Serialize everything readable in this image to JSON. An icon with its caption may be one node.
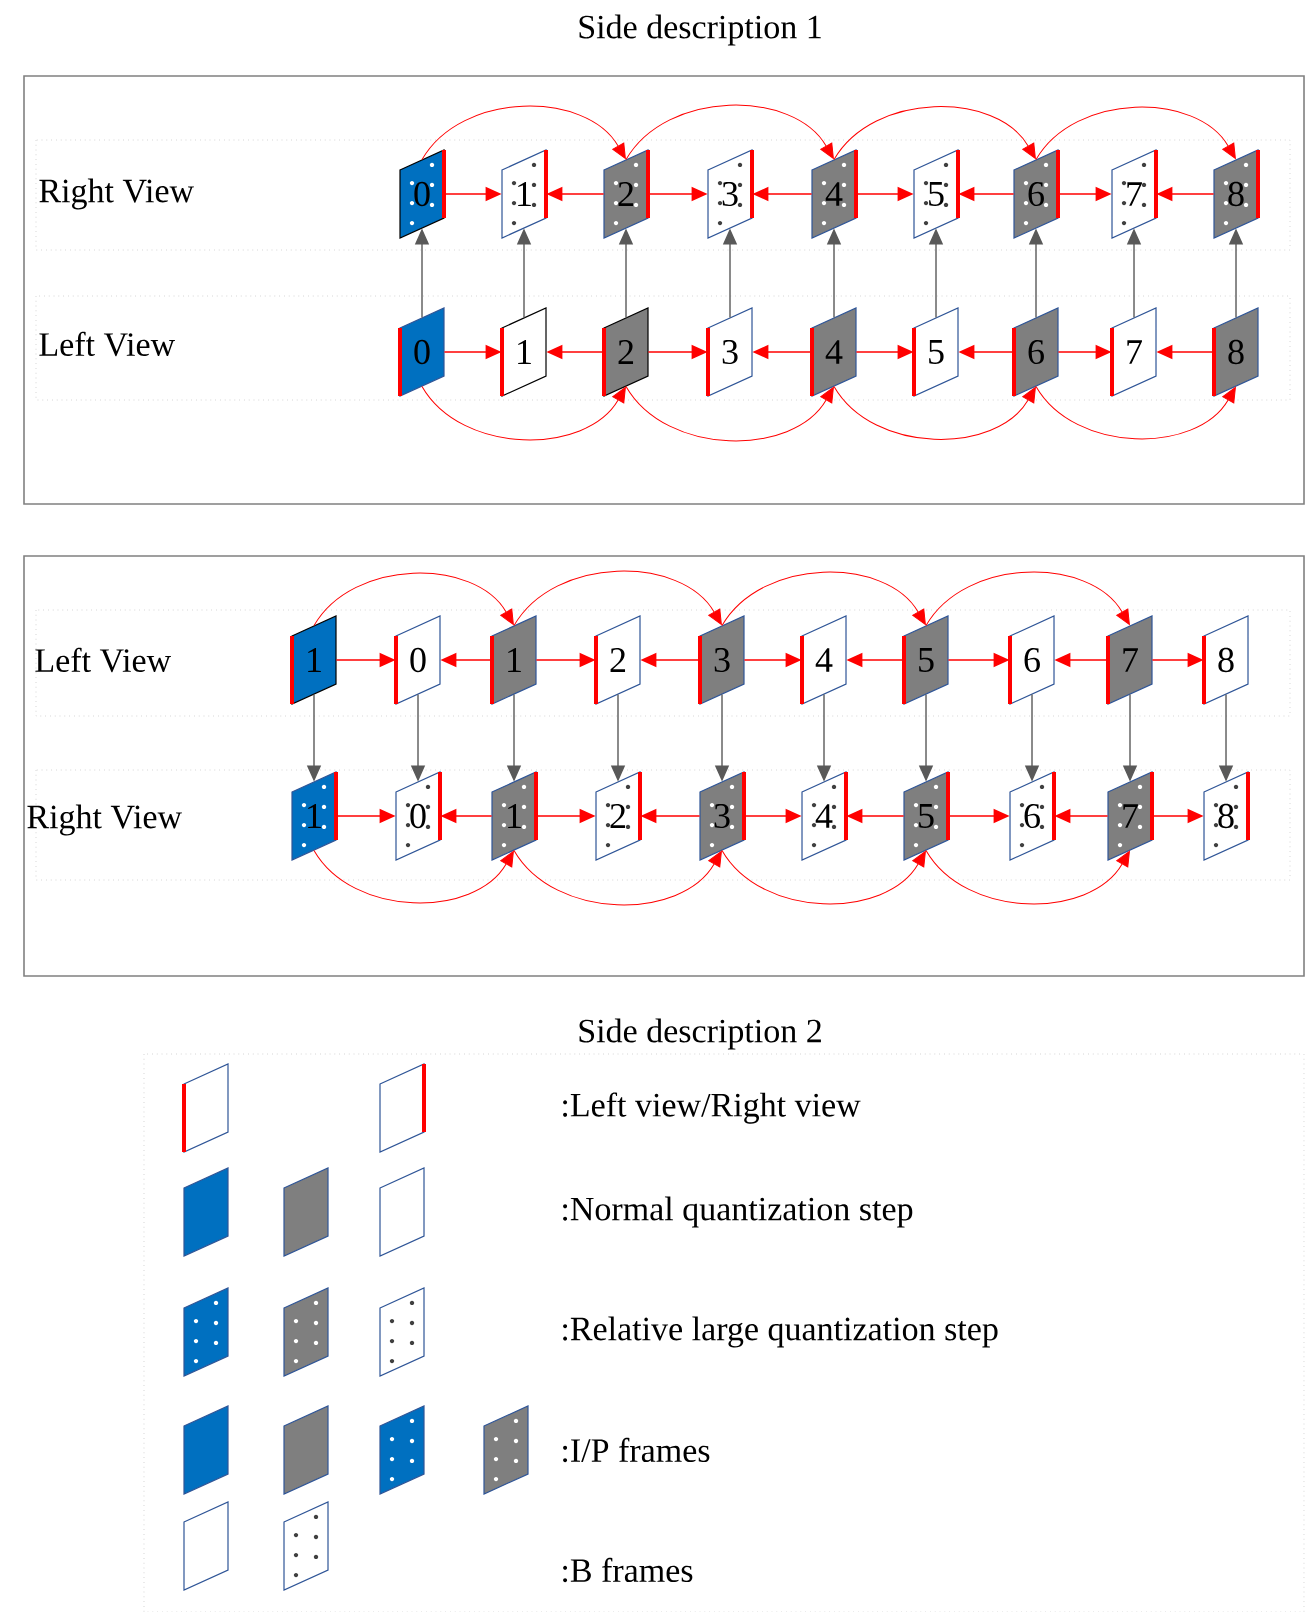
{
  "diagram": {
    "nodes": [
      {
        "text": [
          "0"
        ]
      },
      {
        "text": [
          "1"
        ]
      },
      {
        "text": [
          "2"
        ]
      },
      {
        "text": [
          "3"
        ]
      },
      {
        "text": [
          "4"
        ]
      },
      {
        "text": [
          "5"
        ]
      },
      {
        "text": [
          "6"
        ]
      },
      {
        "text": [
          "7"
        ]
      },
      {
        "text": [
          "8"
        ]
      },
      {
        "text": [
          "0"
        ]
      },
      {
        "text": [
          "1"
        ]
      },
      {
        "text": [
          "2"
        ]
      },
      {
        "text": [
          "3"
        ]
      },
      {
        "text": [
          "4"
        ]
      },
      {
        "text": [
          "5"
        ]
      },
      {
        "text": [
          "6"
        ]
      },
      {
        "text": [
          "7"
        ]
      },
      {
        "text": [
          "8"
        ]
      },
      {
        "text": [
          "1"
        ]
      },
      {
        "text": [
          "0"
        ]
      },
      {
        "text": [
          "1"
        ]
      },
      {
        "text": [
          "2"
        ]
      },
      {
        "text": [
          "3"
        ]
      },
      {
        "text": [
          "4"
        ]
      },
      {
        "text": [
          "5"
        ]
      },
      {
        "text": [
          "6"
        ]
      },
      {
        "text": [
          "7"
        ]
      },
      {
        "text": [
          "8"
        ]
      },
      {
        "text": [
          "1"
        ]
      },
      {
        "text": [
          "0"
        ]
      },
      {
        "text": [
          "1"
        ]
      },
      {
        "text": [
          "2"
        ]
      },
      {
        "text": [
          "3"
        ]
      },
      {
        "text": [
          "4"
        ]
      },
      {
        "text": [
          "5"
        ]
      },
      {
        "text": [
          "6"
        ]
      },
      {
        "text": [
          "7"
        ]
      },
      {
        "text": [
          "8"
        ]
      }
    ],
    "edges": [
      {
        "from": 0,
        "to": 1,
        "arrow": "to"
      },
      {
        "from": 2,
        "to": 1,
        "arrow": "to"
      },
      {
        "from": 2,
        "to": 3,
        "arrow": "to"
      },
      {
        "from": 4,
        "to": 3,
        "arrow": "to"
      },
      {
        "from": 4,
        "to": 5,
        "arrow": "to"
      },
      {
        "from": 6,
        "to": 5,
        "arrow": "to"
      },
      {
        "from": 6,
        "to": 7,
        "arrow": "to"
      },
      {
        "from": 8,
        "to": 7,
        "arrow": "to"
      },
      {
        "from": 0,
        "to": 2,
        "arrow": "to"
      },
      {
        "from": 2,
        "to": 4,
        "arrow": "to"
      },
      {
        "from": 4,
        "to": 6,
        "arrow": "to"
      },
      {
        "from": 6,
        "to": 8,
        "arrow": "to"
      },
      {
        "from": 9,
        "to": 10,
        "arrow": "to"
      },
      {
        "from": 11,
        "to": 10,
        "arrow": "to"
      },
      {
        "from": 11,
        "to": 12,
        "arrow": "to"
      },
      {
        "from": 13,
        "to": 12,
        "arrow": "to"
      },
      {
        "from": 13,
        "to": 14,
        "arrow": "to"
      },
      {
        "from": 15,
        "to": 14,
        "arrow": "to"
      },
      {
        "from": 15,
        "to": 16,
        "arrow": "to"
      },
      {
        "from": 17,
        "to": 16,
        "arrow": "to"
      },
      {
        "from": 9,
        "to": 11,
        "arrow": "to"
      },
      {
        "from": 11,
        "to": 13,
        "arrow": "to"
      },
      {
        "from": 13,
        "to": 15,
        "arrow": "to"
      },
      {
        "from": 15,
        "to": 17,
        "arrow": "to"
      },
      {
        "from": 9,
        "to": 0,
        "arrow": "to",
        "color": "#595959"
      },
      {
        "from": 10,
        "to": 1,
        "arrow": "to",
        "color": "#595959"
      },
      {
        "from": 11,
        "to": 2,
        "arrow": "to",
        "color": "#595959"
      },
      {
        "from": 12,
        "to": 3,
        "arrow": "to",
        "color": "#595959"
      },
      {
        "from": 13,
        "to": 4,
        "arrow": "to",
        "color": "#595959"
      },
      {
        "from": 14,
        "to": 5,
        "arrow": "to",
        "color": "#595959"
      },
      {
        "from": 15,
        "to": 6,
        "arrow": "to",
        "color": "#595959"
      },
      {
        "from": 16,
        "to": 7,
        "arrow": "to",
        "color": "#595959"
      },
      {
        "from": 17,
        "to": 8,
        "arrow": "to",
        "color": "#595959"
      },
      {
        "from": 18,
        "to": 19,
        "arrow": "to"
      },
      {
        "from": 20,
        "to": 19,
        "arrow": "to"
      },
      {
        "from": 20,
        "to": 21,
        "arrow": "to"
      },
      {
        "from": 22,
        "to": 21,
        "arrow": "to"
      },
      {
        "from": 22,
        "to": 23,
        "arrow": "to"
      },
      {
        "from": 24,
        "to": 23,
        "arrow": "to"
      },
      {
        "from": 24,
        "to": 25,
        "arrow": "to"
      },
      {
        "from": 26,
        "to": 25,
        "arrow": "to"
      },
      {
        "from": 26,
        "to": 27,
        "arrow": "to"
      },
      {
        "from": 18,
        "to": 20,
        "arrow": "to"
      },
      {
        "from": 20,
        "to": 22,
        "arrow": "to"
      },
      {
        "from": 22,
        "to": 24,
        "arrow": "to"
      },
      {
        "from": 24,
        "to": 26,
        "arrow": "to"
      },
      {
        "from": 28,
        "to": 29,
        "arrow": "to"
      },
      {
        "from": 30,
        "to": 29,
        "arrow": "to"
      },
      {
        "from": 30,
        "to": 31,
        "arrow": "to"
      },
      {
        "from": 32,
        "to": 31,
        "arrow": "to"
      },
      {
        "from": 32,
        "to": 33,
        "arrow": "to"
      },
      {
        "from": 34,
        "to": 33,
        "arrow": "to"
      },
      {
        "from": 34,
        "to": 35,
        "arrow": "to"
      },
      {
        "from": 36,
        "to": 35,
        "arrow": "to"
      },
      {
        "from": 36,
        "to": 37,
        "arrow": "to"
      },
      {
        "from": 28,
        "to": 30,
        "arrow": "to"
      },
      {
        "from": 30,
        "to": 32,
        "arrow": "to"
      },
      {
        "from": 32,
        "to": 34,
        "arrow": "to"
      },
      {
        "from": 34,
        "to": 36,
        "arrow": "to"
      },
      {
        "from": 18,
        "to": 28,
        "arrow": "to",
        "color": "#595959"
      },
      {
        "from": 19,
        "to": 29,
        "arrow": "to",
        "color": "#595959"
      },
      {
        "from": 20,
        "to": 30,
        "arrow": "to",
        "color": "#595959"
      },
      {
        "from": 21,
        "to": 31,
        "arrow": "to",
        "color": "#595959"
      },
      {
        "from": 22,
        "to": 32,
        "arrow": "to",
        "color": "#595959"
      },
      {
        "from": 23,
        "to": 33,
        "arrow": "to",
        "color": "#595959"
      },
      {
        "from": 24,
        "to": 34,
        "arrow": "to",
        "color": "#595959"
      },
      {
        "from": 25,
        "to": 35,
        "arrow": "to",
        "color": "#595959"
      },
      {
        "from": 26,
        "to": 36,
        "arrow": "to",
        "color": "#595959"
      },
      {
        "from": 27,
        "to": 37,
        "arrow": "to",
        "color": "#595959"
      }
    ],
    "labels": [
      "Side description 1",
      "Right View",
      "Left View",
      "Left View",
      "Right View",
      "Side description 2"
    ],
    "legend": [
      {
        "text": ":Left view/Right view"
      },
      {
        "text": ":Normal quantization step"
      },
      {
        "text": ":Relative large quantization step"
      },
      {
        "text": ":I/P frames"
      },
      {
        "text": ":B frames"
      }
    ]
  }
}
